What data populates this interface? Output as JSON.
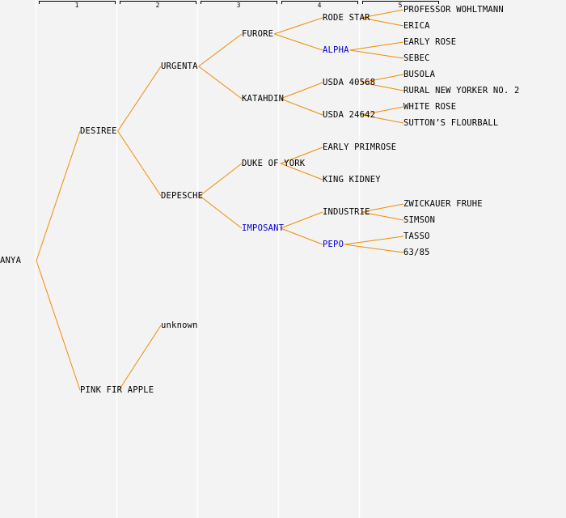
{
  "colors": {
    "background": "#f3f3f3",
    "edge": "#f08c00",
    "divider": "#ffffff",
    "text": "#000000",
    "highlight": "#0000cc"
  },
  "generations": [
    "1",
    "2",
    "3",
    "4",
    "5"
  ],
  "nodes": [
    {
      "id": "anya",
      "label": "ANYA",
      "gen": 0,
      "row": 32,
      "highlight": false
    },
    {
      "id": "desiree",
      "label": "DESIREE",
      "gen": 1,
      "row": 16,
      "parent": "anya",
      "highlight": false
    },
    {
      "id": "pinkfir",
      "label": "PINK FIR APPLE",
      "gen": 1,
      "row": 48,
      "parent": "anya",
      "highlight": false
    },
    {
      "id": "urgenta",
      "label": "URGENTA",
      "gen": 2,
      "row": 8,
      "parent": "desiree",
      "highlight": false
    },
    {
      "id": "depesche",
      "label": "DEPESCHE",
      "gen": 2,
      "row": 24,
      "parent": "desiree",
      "highlight": false
    },
    {
      "id": "unknown",
      "label": "unknown",
      "gen": 2,
      "row": 40,
      "parent": "pinkfir",
      "highlight": false
    },
    {
      "id": "furore",
      "label": "FURORE",
      "gen": 3,
      "row": 4,
      "parent": "urgenta",
      "highlight": false
    },
    {
      "id": "katahdin",
      "label": "KATAHDIN",
      "gen": 3,
      "row": 12,
      "parent": "urgenta",
      "highlight": false
    },
    {
      "id": "dukeofyork",
      "label": "DUKE OF YORK",
      "gen": 3,
      "row": 20,
      "parent": "depesche",
      "highlight": false
    },
    {
      "id": "imposant",
      "label": "IMPOSANT",
      "gen": 3,
      "row": 28,
      "parent": "depesche",
      "highlight": true
    },
    {
      "id": "rodestar",
      "label": "RODE STAR",
      "gen": 4,
      "row": 2,
      "parent": "furore",
      "highlight": false
    },
    {
      "id": "alpha",
      "label": "ALPHA",
      "gen": 4,
      "row": 6,
      "parent": "furore",
      "highlight": true
    },
    {
      "id": "usda40568",
      "label": "USDA 40568",
      "gen": 4,
      "row": 10,
      "parent": "katahdin",
      "highlight": false
    },
    {
      "id": "usda24642",
      "label": "USDA 24642",
      "gen": 4,
      "row": 14,
      "parent": "katahdin",
      "highlight": false
    },
    {
      "id": "earlyprimrose",
      "label": "EARLY PRIMROSE",
      "gen": 4,
      "row": 18,
      "parent": "dukeofyork",
      "highlight": false
    },
    {
      "id": "kingkidney",
      "label": "KING KIDNEY",
      "gen": 4,
      "row": 22,
      "parent": "dukeofyork",
      "highlight": false
    },
    {
      "id": "industrie",
      "label": "INDUSTRIE",
      "gen": 4,
      "row": 26,
      "parent": "imposant",
      "highlight": false
    },
    {
      "id": "pepo",
      "label": "PEPO",
      "gen": 4,
      "row": 30,
      "parent": "imposant",
      "highlight": true
    },
    {
      "id": "profwohltmann",
      "label": "PROFESSOR WOHLTMANN",
      "gen": 5,
      "row": 1,
      "parent": "rodestar",
      "highlight": false
    },
    {
      "id": "erica",
      "label": "ERICA",
      "gen": 5,
      "row": 3,
      "parent": "rodestar",
      "highlight": false
    },
    {
      "id": "earlyrose",
      "label": "EARLY ROSE",
      "gen": 5,
      "row": 5,
      "parent": "alpha",
      "highlight": false
    },
    {
      "id": "sebec",
      "label": "SEBEC",
      "gen": 5,
      "row": 7,
      "parent": "alpha",
      "highlight": false
    },
    {
      "id": "busola",
      "label": "BUSOLA",
      "gen": 5,
      "row": 9,
      "parent": "usda40568",
      "highlight": false
    },
    {
      "id": "ruralnewyorker",
      "label": "RURAL NEW YORKER NO. 2",
      "gen": 5,
      "row": 11,
      "parent": "usda40568",
      "highlight": false
    },
    {
      "id": "whiterose",
      "label": "WHITE ROSE",
      "gen": 5,
      "row": 13,
      "parent": "usda24642",
      "highlight": false
    },
    {
      "id": "suttons",
      "label": "SUTTON’S FLOURBALL",
      "gen": 5,
      "row": 15,
      "parent": "usda24642",
      "highlight": false
    },
    {
      "id": "zwickauer",
      "label": "ZWICKAUER FRUHE",
      "gen": 5,
      "row": 25,
      "parent": "industrie",
      "highlight": false
    },
    {
      "id": "simson",
      "label": "SIMSON",
      "gen": 5,
      "row": 27,
      "parent": "industrie",
      "highlight": false
    },
    {
      "id": "tasso",
      "label": "TASSO",
      "gen": 5,
      "row": 29,
      "parent": "pepo",
      "highlight": false
    },
    {
      "id": "6385",
      "label": "63/85",
      "gen": 5,
      "row": 31,
      "parent": "pepo",
      "highlight": false
    }
  ]
}
